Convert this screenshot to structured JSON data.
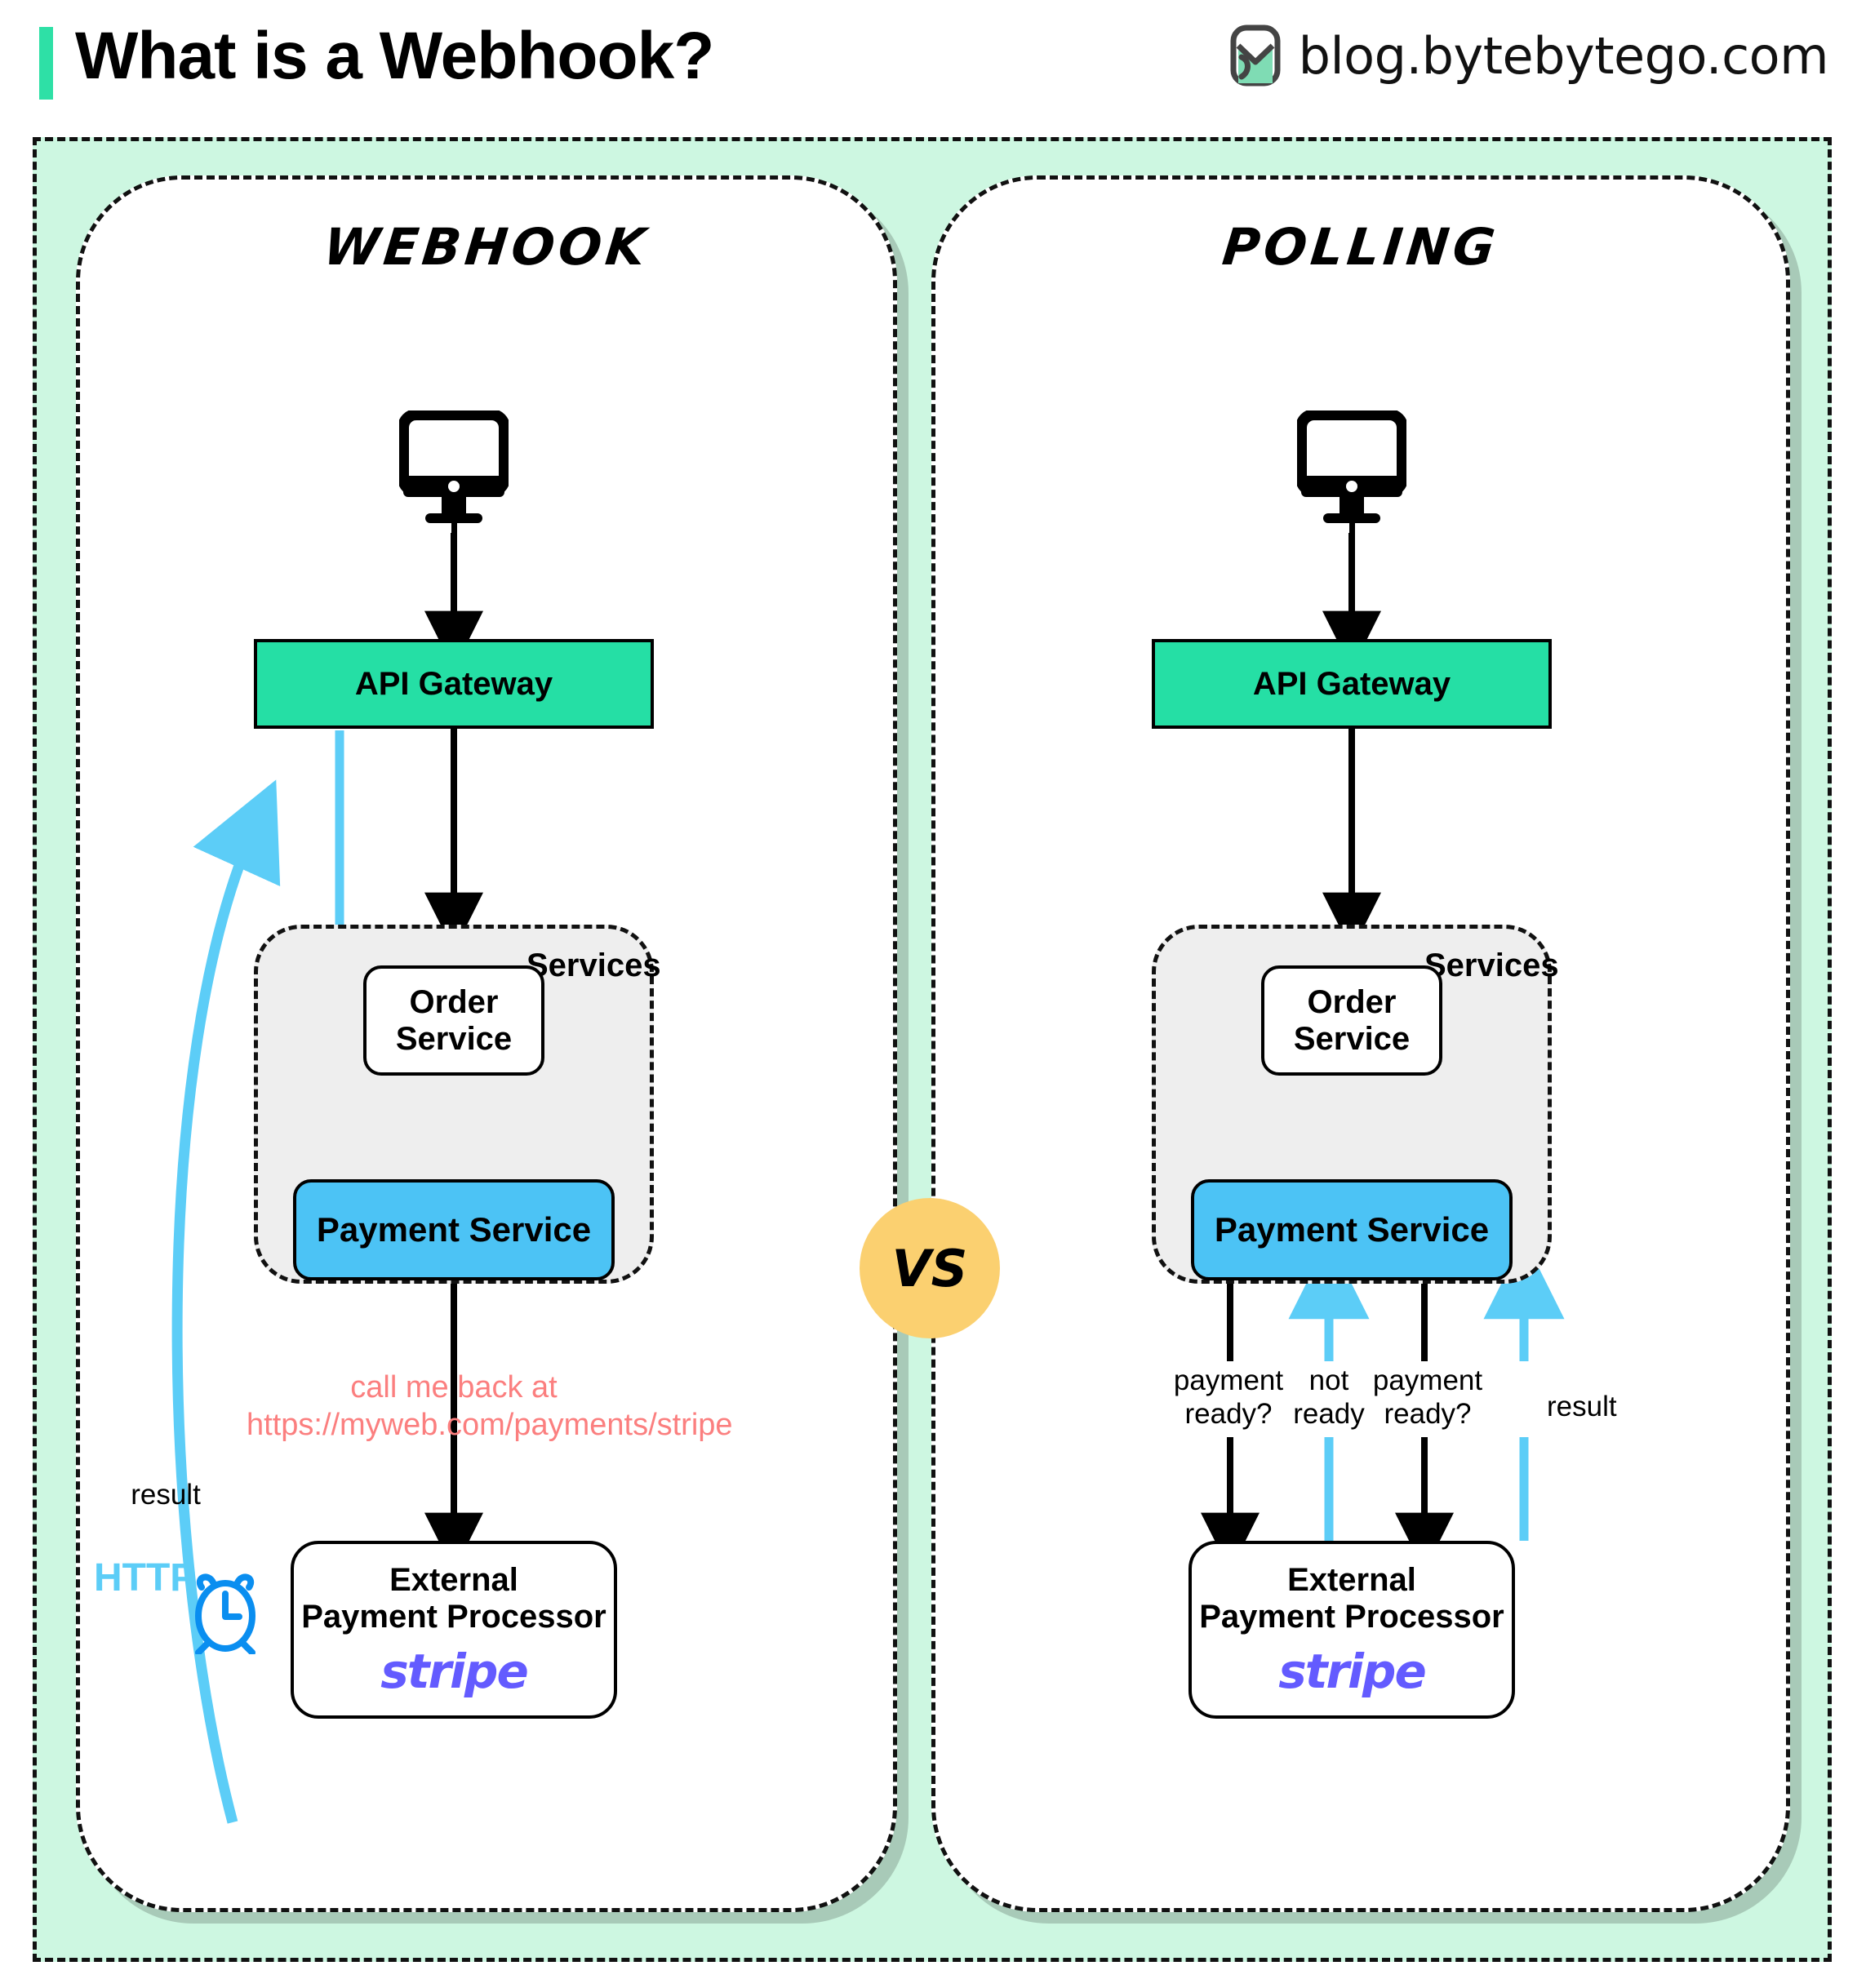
{
  "header": {
    "title": "What is a Webhook?",
    "brand": "blog.bytebytego.com",
    "logo_icon": "bytebytego-bookmark-icon",
    "accent_color": "#2ee0a6"
  },
  "vs_badge": {
    "label": "VS",
    "color": "#fbd070"
  },
  "colors": {
    "frame_background": "#cdf7e1",
    "gateway": "#25dfa5",
    "payment_service": "#4cc3f5",
    "services_group": "#eeeeee",
    "webhook_arrow": "#5ccdf7",
    "callback_text": "#fb7f7f",
    "stripe": "#635bff"
  },
  "panels": [
    {
      "id": "webhook",
      "title": "Webhook",
      "client_icon": "desktop-monitor-icon",
      "nodes": {
        "gateway": "API Gateway",
        "services_label": "Services",
        "order_service": "Order\nService",
        "order_service_line1": "Order",
        "order_service_line2": "Service",
        "payment_service": "Payment Service",
        "processor_line1": "External",
        "processor_line2": "Payment Processor",
        "processor_logo": "stripe"
      },
      "annotations": {
        "result": "result",
        "http": "HTTP",
        "clock_icon": "alarm-clock-icon",
        "callback_line1": "call me back at",
        "callback_line2": "https://myweb.com/payments/stripe"
      }
    },
    {
      "id": "polling",
      "title": "Polling",
      "client_icon": "desktop-monitor-icon",
      "nodes": {
        "gateway": "API Gateway",
        "services_label": "Services",
        "order_service_line1": "Order",
        "order_service_line2": "Service",
        "payment_service": "Payment Service",
        "processor_line1": "External",
        "processor_line2": "Payment Processor",
        "processor_logo": "stripe"
      },
      "annotations": {
        "poll1_line1": "payment",
        "poll1_line2": "ready?",
        "poll2_line1": "not",
        "poll2_line2": "ready",
        "poll3_line1": "payment",
        "poll3_line2": "ready?",
        "result": "result"
      }
    }
  ]
}
